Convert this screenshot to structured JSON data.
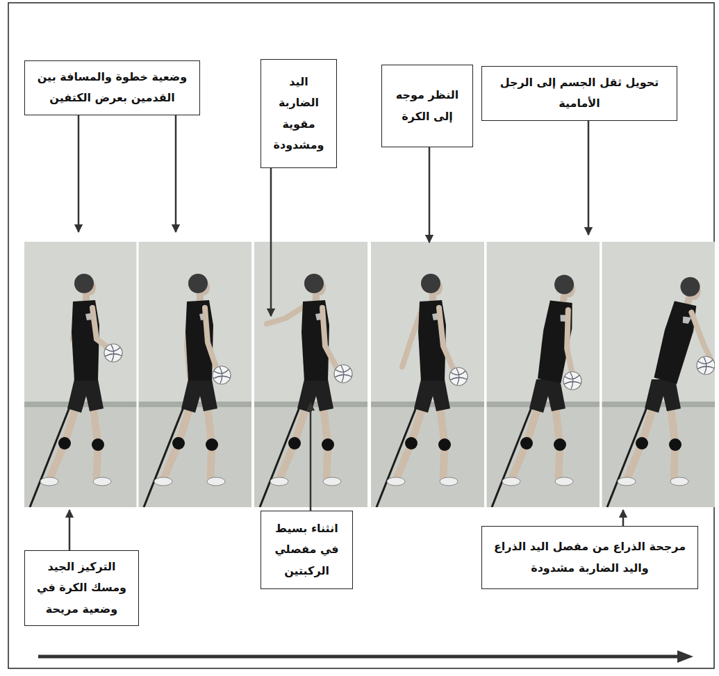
{
  "diagram": {
    "nodes": [
      {
        "text": [
          "تحويل ثقل الجسم إلى الرجل الأمامية"
        ]
      },
      {
        "text": [
          "النظر موجه إلى الكرة"
        ]
      },
      {
        "text": [
          "اليد الضاربة مقوية ومشدودة"
        ]
      },
      {
        "text": [
          "وضعية خطوة والمسافة بين القدمين بعرض الكتفين"
        ]
      },
      {
        "text": [
          "مرجحة الذراع من مفصل اليد الذراع واليد الضاربة مشدودة"
        ]
      },
      {
        "text": [
          "انثناء بسيط في مفصلي الركبتين"
        ]
      },
      {
        "text": [
          "التركيز الجيد ومسك الكرة في وضعية مريحة"
        ]
      }
    ]
  }
}
